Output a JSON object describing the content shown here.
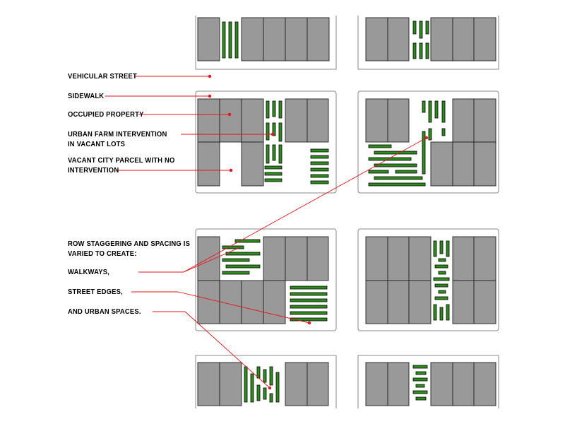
{
  "labels": {
    "vehicular_street": "VEHICULAR STREET",
    "sidewalk": "SIDEWALK",
    "occupied_property": "OCCUPIED PROPERTY",
    "urban_farm_line1": "URBAN FARM INTERVENTION",
    "urban_farm_line2": "IN VACANT LOTS",
    "vacant_parcel_line1": "VACANT CITY PARCEL WITH NO",
    "vacant_parcel_line2": "INTERVENTION",
    "row_staggering_line1": "ROW STAGGERING AND SPACING IS",
    "row_staggering_line2": "VARIED TO CREATE:",
    "walkways": "WALKWAYS,",
    "street_edges": "STREET EDGES,",
    "urban_spaces": "AND URBAN SPACES."
  },
  "colors": {
    "parcel_fill": "#999999",
    "parcel_stroke": "#222222",
    "block_stroke": "#888888",
    "farm_row_fill": "#2e8b1f",
    "farm_row_stroke": "#000000",
    "leader_line": "#e8141b",
    "leader_dot": "#e8141b",
    "text": "#000000"
  }
}
